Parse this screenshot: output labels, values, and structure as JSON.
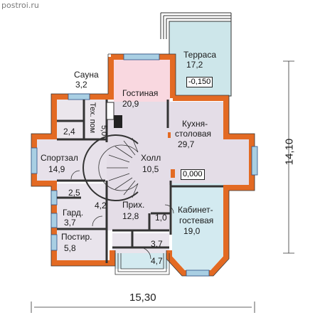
{
  "watermark": "postroi.ru",
  "rooms": {
    "terrace": {
      "name": "Терраса",
      "area": "17,2"
    },
    "sauna": {
      "name": "Сауна",
      "area": "3,2"
    },
    "living": {
      "name": "Гостиная",
      "area": "20,9"
    },
    "tech": {
      "name": "Тех. пом",
      "area": "5,0"
    },
    "small_a": {
      "area": "2,4"
    },
    "kitchen": {
      "name_1": "Кухня-",
      "name_2": "столовая",
      "area": "29,7"
    },
    "gym": {
      "name": "Спортзал",
      "area": "14,9"
    },
    "hall": {
      "name": "Холл",
      "area": "10,5"
    },
    "small_b": {
      "area": "2,5"
    },
    "hallway": {
      "name": "Прих.",
      "area": "12,8"
    },
    "stair_under": {
      "area": "4,2"
    },
    "wardrobe": {
      "name": "Гард.",
      "area": "3,7"
    },
    "wc": {
      "area": "1,0"
    },
    "study": {
      "name_1": "Кабинет-",
      "name_2": "гостевая",
      "area": "19,0"
    },
    "laundry": {
      "name": "Постир.",
      "area": "5,8"
    },
    "vestibule": {
      "area": "3,7"
    },
    "porch": {
      "area": "4,7"
    }
  },
  "levels": {
    "terrace": "-0,150",
    "main": "0,000"
  },
  "dimensions": {
    "width": "15,30",
    "depth": "14,10"
  }
}
